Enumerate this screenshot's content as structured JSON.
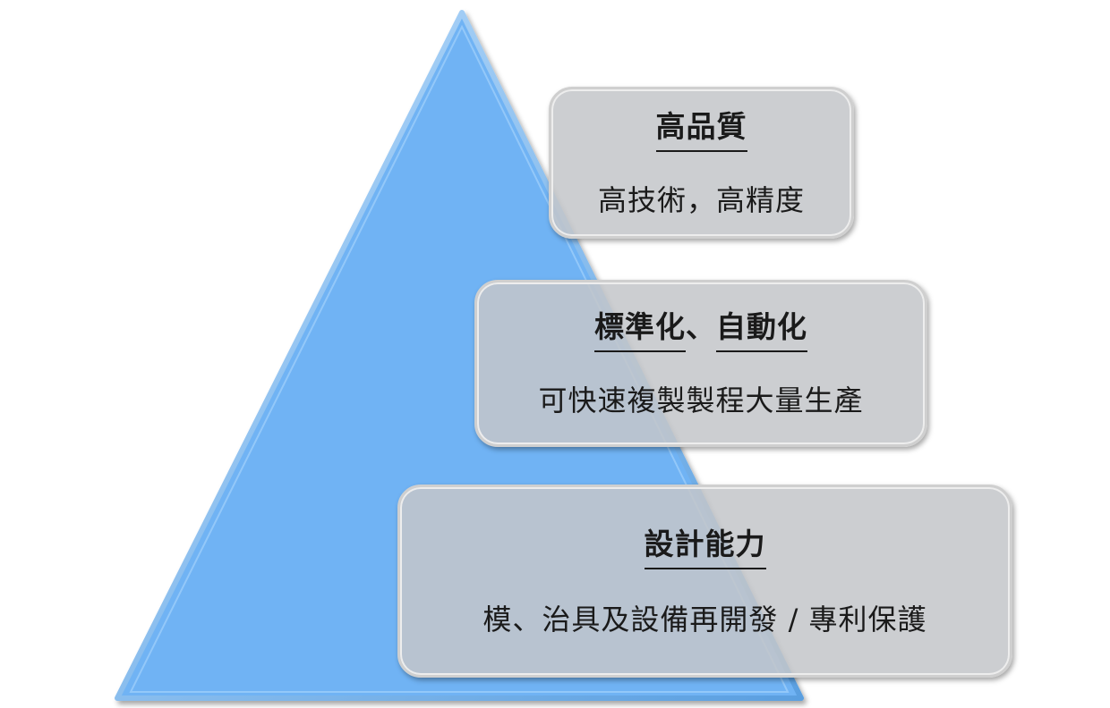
{
  "diagram": {
    "colors": {
      "pyramid_fill": "#6fb3f4",
      "pyramid_edge": "#a9d4fb",
      "box_fill": "#c4c6ca",
      "box_border": "#d0d0d0",
      "text": "#1a1a1a"
    },
    "levels": [
      {
        "title": "高品質",
        "description": "高技術，高精度"
      },
      {
        "title_part1": "標準化",
        "separator": "、",
        "title_part2": "自動化",
        "description": "可快速複製製程大量生產"
      },
      {
        "title": "設計能力",
        "description": "模、治具及設備再開發 / 專利保護"
      }
    ]
  }
}
